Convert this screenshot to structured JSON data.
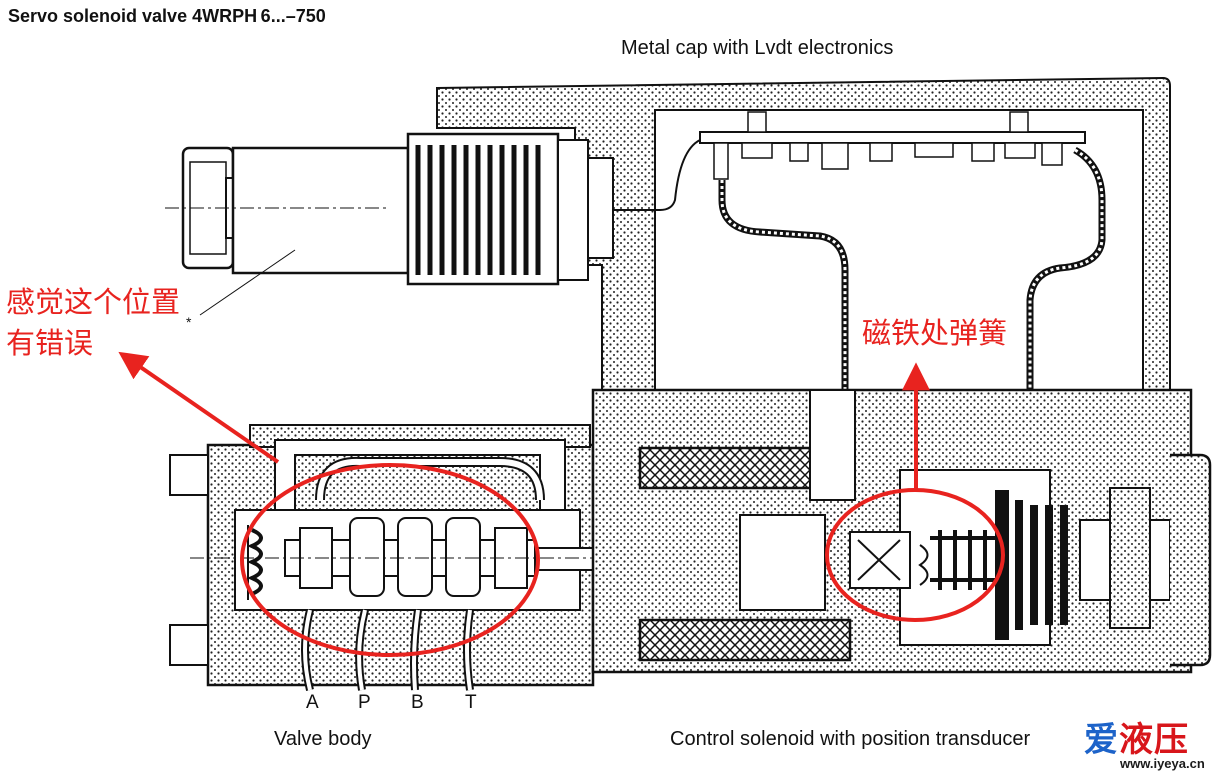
{
  "title": "Servo solenoid valve 4WRPH 6...–750",
  "labels": {
    "metal_cap": "Metal cap with Lvdt electronics",
    "valve_body": "Valve body",
    "control_solenoid": "Control solenoid with position transducer",
    "asterisk": "*"
  },
  "ports": [
    "A",
    "P",
    "B",
    "T"
  ],
  "annotations": {
    "note_left_line1": "感觉这个位置",
    "note_left_line2": "有错误",
    "note_right": "磁铁处弹簧",
    "color": "#e8231f"
  },
  "watermark": {
    "chars": [
      "爱",
      "液压"
    ],
    "url": "www.iyeya.cn",
    "colors": [
      "#1d63c9",
      "#d8161b"
    ]
  }
}
